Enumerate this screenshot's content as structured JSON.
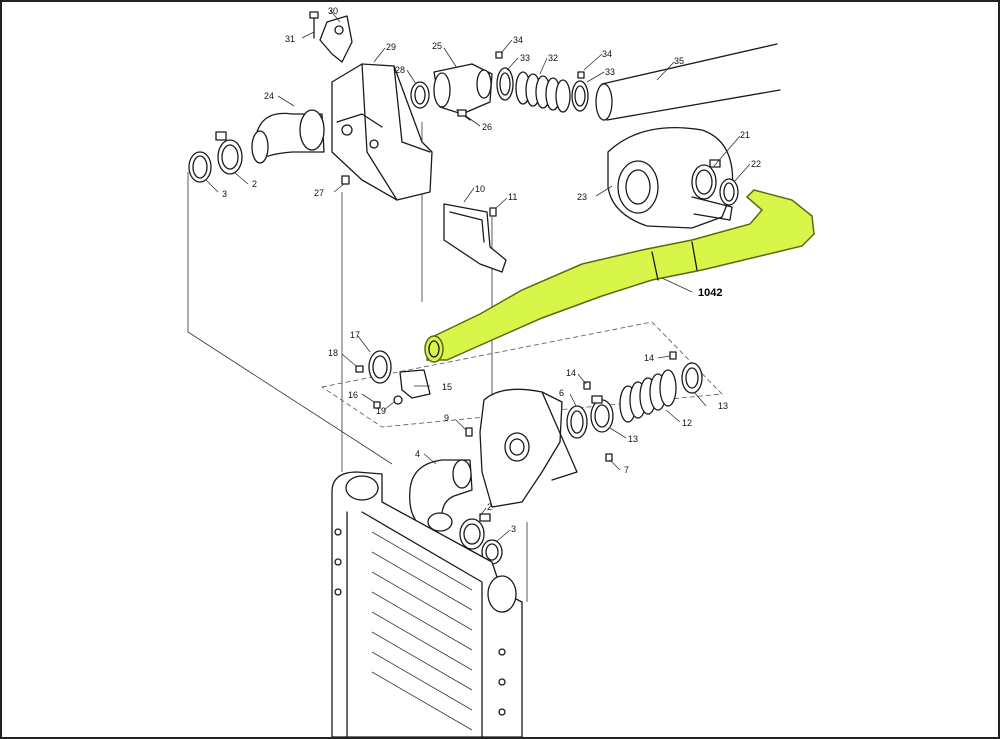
{
  "diagram": {
    "highlight_color": "#d8f54a",
    "highlight_stroke": "#5a6a10",
    "highlighted_part": "1042",
    "part_labels": [
      {
        "id": "p30",
        "text": "30"
      },
      {
        "id": "p31",
        "text": "31"
      },
      {
        "id": "p29",
        "text": "29"
      },
      {
        "id": "p28",
        "text": "28"
      },
      {
        "id": "p25",
        "text": "25"
      },
      {
        "id": "p34a",
        "text": "34"
      },
      {
        "id": "p33a",
        "text": "33"
      },
      {
        "id": "p32",
        "text": "32"
      },
      {
        "id": "p34b",
        "text": "34"
      },
      {
        "id": "p33b",
        "text": "33"
      },
      {
        "id": "p35",
        "text": "35"
      },
      {
        "id": "p24",
        "text": "24"
      },
      {
        "id": "p26",
        "text": "26"
      },
      {
        "id": "p21",
        "text": "21"
      },
      {
        "id": "p22",
        "text": "22"
      },
      {
        "id": "p23",
        "text": "23"
      },
      {
        "id": "p2a",
        "text": "2"
      },
      {
        "id": "p3a",
        "text": "3"
      },
      {
        "id": "p27",
        "text": "27"
      },
      {
        "id": "p10",
        "text": "10"
      },
      {
        "id": "p11",
        "text": "11"
      },
      {
        "id": "p1042",
        "text": "1042"
      },
      {
        "id": "p17",
        "text": "17"
      },
      {
        "id": "p18",
        "text": "18"
      },
      {
        "id": "p15",
        "text": "15"
      },
      {
        "id": "p16",
        "text": "16"
      },
      {
        "id": "p19",
        "text": "19"
      },
      {
        "id": "p14a",
        "text": "14"
      },
      {
        "id": "p14b",
        "text": "14"
      },
      {
        "id": "p6",
        "text": "6"
      },
      {
        "id": "p13a",
        "text": "13"
      },
      {
        "id": "p13b",
        "text": "13"
      },
      {
        "id": "p12",
        "text": "12"
      },
      {
        "id": "p9",
        "text": "9"
      },
      {
        "id": "p7",
        "text": "7"
      },
      {
        "id": "p4",
        "text": "4"
      },
      {
        "id": "p2b",
        "text": "2"
      },
      {
        "id": "p3b",
        "text": "3"
      }
    ]
  }
}
